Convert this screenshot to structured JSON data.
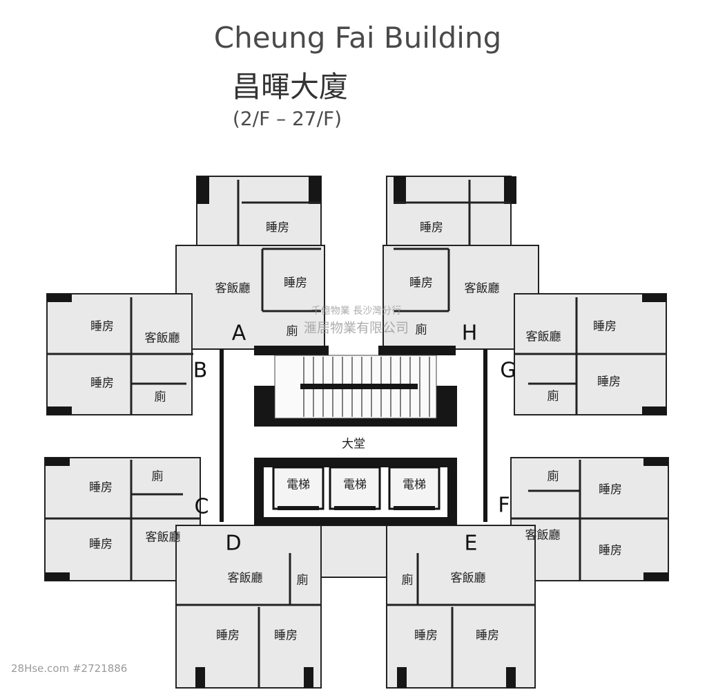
{
  "title_en": "Cheung Fai Building",
  "title_zh": "昌暉大廈",
  "floors": "(2/F – 27/F)",
  "credit": "28Hse.com #2721886",
  "watermark_line1": "千億物業 長沙灣分行",
  "watermark_line2": "滙居物業有限公司",
  "lobby": "大堂",
  "lift": "電梯",
  "units": {
    "A": {
      "letter": "A",
      "rooms": [
        "睡房",
        "客飯廳",
        "睡房",
        "廁"
      ]
    },
    "H": {
      "letter": "H",
      "rooms": [
        "睡房",
        "睡房",
        "客飯廳",
        "廁"
      ]
    },
    "B": {
      "letter": "B",
      "rooms": [
        "睡房",
        "客飯廳",
        "睡房",
        "廁"
      ]
    },
    "G": {
      "letter": "G",
      "rooms": [
        "客飯廳",
        "睡房",
        "睡房",
        "廁"
      ]
    },
    "C": {
      "letter": "C",
      "rooms": [
        "睡房",
        "廁",
        "睡房",
        "客飯廳"
      ]
    },
    "F": {
      "letter": "F",
      "rooms": [
        "廁",
        "睡房",
        "客飯廳",
        "睡房"
      ]
    },
    "D": {
      "letter": "D",
      "rooms": [
        "客飯廳",
        "廁",
        "睡房",
        "睡房"
      ]
    },
    "E": {
      "letter": "E",
      "rooms": [
        "客飯廳",
        "廁",
        "睡房",
        "睡房"
      ]
    }
  }
}
